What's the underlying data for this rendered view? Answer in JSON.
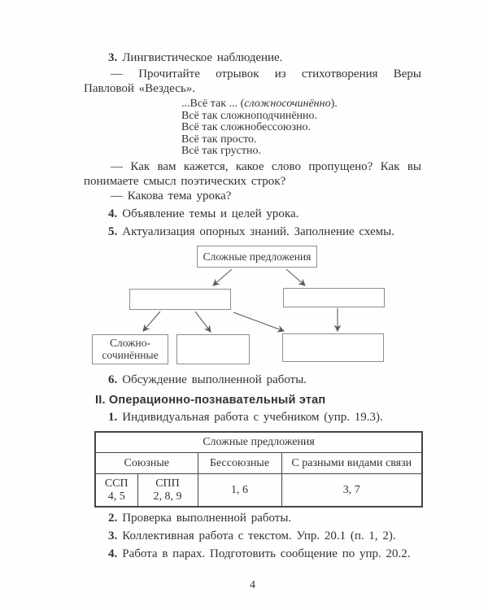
{
  "page": {
    "number": "4"
  },
  "stage1": {
    "item3": {
      "num": "3.",
      "text": "Лингвистическое наблюдение."
    },
    "intro": "— Прочитайте отрывок из стихотворения Веры Павловой «Вездесь».",
    "poem": {
      "line1_pre": "...Всё так ... (",
      "line1_italic": "сложносочинённо",
      "line1_post": ").",
      "line2": "Всё так сложноподчинённо.",
      "line3": "Всё так сложнобессоюзно.",
      "line4": "Всё так просто.",
      "line5": "Всё так грустно."
    },
    "question1": "— Как вам кажется, какое слово пропущено? Как вы понимаете смысл поэтических строк?",
    "question2": "— Какова тема урока?",
    "item4": {
      "num": "4.",
      "text": "Объявление темы и целей урока."
    },
    "item5": {
      "num": "5.",
      "text": "Актуализация опорных знаний. Заполнение схемы."
    },
    "item6": {
      "num": "6.",
      "text": "Обсуждение выполненной работы."
    }
  },
  "scheme": {
    "top_box": "Сложные предложения",
    "bottom_left_line1": "Сложно-",
    "bottom_left_line2": "сочинённые"
  },
  "stage2": {
    "heading": "II. Операционно-познавательный этап",
    "item1": {
      "num": "1.",
      "text": "Индивидуальная работа с учебником (упр. 19.3)."
    },
    "table": {
      "title": "Сложные предложения",
      "col_union": "Союзные",
      "col_nonunion": "Бессоюзные",
      "col_mixed": "С разными видами связи",
      "ssp_label": "ССП",
      "ssp_values": "4, 5",
      "spp_label": "СПП",
      "spp_values": "2, 8, 9",
      "nonunion_values": "1, 6",
      "mixed_values": "3, 7"
    },
    "item2": {
      "num": "2.",
      "text": "Проверка выполненной работы."
    },
    "item3": {
      "num": "3.",
      "text": "Коллективная работа с текстом. Упр. 20.1 (п. 1, 2)."
    },
    "item4": {
      "num": "4.",
      "text": "Работа в парах. Подготовить сообщение по упр. 20.2."
    }
  }
}
